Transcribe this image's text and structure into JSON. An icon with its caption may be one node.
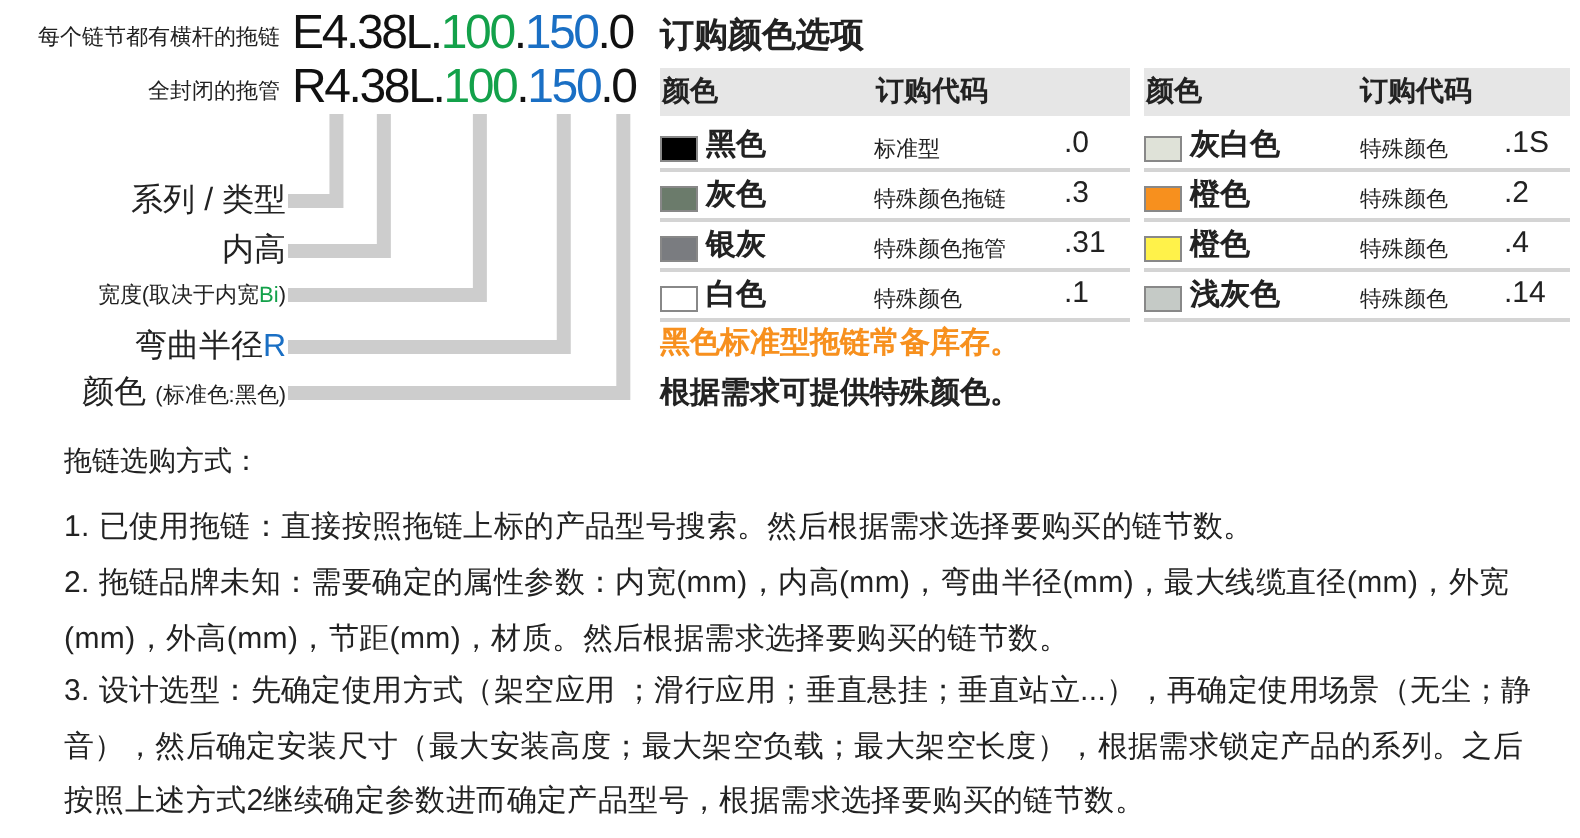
{
  "diagram": {
    "nodes": [
      {
        "text": [
          "E4.38L.100.150.0"
        ],
        "beside": [
          "每个链节都有横杆的拖链"
        ]
      },
      {
        "text": [
          "R4.38L.100.150.0"
        ],
        "beside": [
          "全封闭的拖管"
        ]
      },
      {
        "text": [
          "系列 / 类型"
        ]
      },
      {
        "text": [
          "内高"
        ]
      },
      {
        "text": [
          "宽度(取决于内宽Bi)"
        ]
      },
      {
        "text": [
          "弯曲半径R"
        ]
      },
      {
        "text": [
          "颜色 (标准色:黑色)"
        ]
      }
    ],
    "edges": [
      {
        "from": 2,
        "to": 1,
        "arrow": "none"
      },
      {
        "from": 3,
        "to": 1,
        "arrow": "none"
      },
      {
        "from": 4,
        "to": 1,
        "arrow": "none"
      },
      {
        "from": 5,
        "to": 1,
        "arrow": "none"
      },
      {
        "from": 6,
        "to": 1,
        "arrow": "none"
      }
    ],
    "labels": [
      "订购颜色选项",
      "颜色",
      "订购代码",
      "颜色",
      "订购代码",
      "标准型",
      ".0",
      "特殊颜色拖链",
      ".3",
      "特殊颜色拖管",
      ".31",
      "特殊颜色",
      ".1",
      "特殊颜色",
      ".1S",
      "特殊颜色",
      ".2",
      "特殊颜色",
      ".4",
      "特殊颜色",
      ".14",
      "黑色标准型拖链常备库存。",
      "根据需求可提供特殊颜色。",
      "拖链选购方式：",
      "1. 已使用拖链：直接按照拖链上标的产品型号搜索。然后根据需求选择要购买的链节数。",
      "2. 拖链品牌未知：需要确定的属性参数：内宽(mm)，内高(mm)，弯曲半径(mm)，最大线缆直径(mm)，外宽(mm)，外高(mm)，节距(mm)，材质。然后根据需求选择要购买的链节数。",
      "3. 设计选型：先确定使用方式（架空应用 ；滑行应用；垂直悬挂；垂直站立...），再确定使用场景（无尘；静音），然后确定安装尺寸（最大安装高度；最大架空负载；最大架空长度），根据需求锁定产品的系列。之后按照上述方式2继续确定参数进而确定产品型号，根据需求选择要购买的链节数。"
    ],
    "legend": [
      {
        "text": "黑色",
        "color": "#000000"
      },
      {
        "text": "灰色",
        "color": "#6b7b6b"
      },
      {
        "text": "银灰",
        "color": "#7a7c80"
      },
      {
        "text": "白色",
        "color": "#ffffff"
      },
      {
        "text": "灰白色",
        "color": "#dfe2d8"
      },
      {
        "text": "橙色",
        "color": "#f7901e"
      },
      {
        "text": "橙色",
        "color": "#fff24a"
      },
      {
        "text": "浅灰色",
        "color": "#c5cac6"
      }
    ]
  }
}
